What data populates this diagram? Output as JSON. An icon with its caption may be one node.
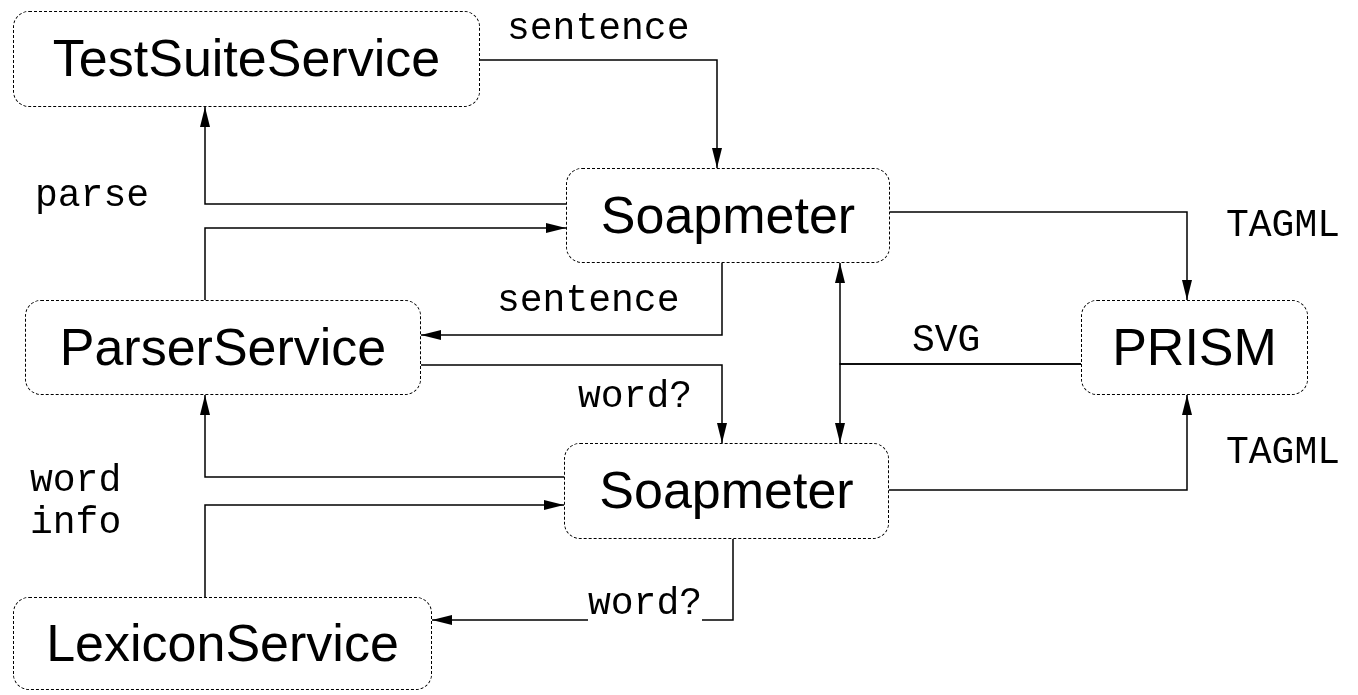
{
  "diagram": {
    "nodes": [
      {
        "text": [
          "TestSuiteService"
        ]
      },
      {
        "text": [
          "Soapmeter"
        ]
      },
      {
        "text": [
          "ParserService"
        ]
      },
      {
        "text": [
          "PRISM"
        ]
      },
      {
        "text": [
          "Soapmeter"
        ]
      },
      {
        "text": [
          "LexiconService"
        ]
      }
    ],
    "edges": [
      {
        "from": 0,
        "to": 1,
        "arrow": "to",
        "label": "sentence"
      },
      {
        "from": 1,
        "to": 0,
        "arrow": "to"
      },
      {
        "from": 2,
        "to": 1,
        "arrow": "to"
      },
      {
        "from": 1,
        "to": 2,
        "arrow": "to",
        "label": "sentence"
      },
      {
        "from": 2,
        "to": 4,
        "arrow": "to",
        "label": "word?"
      },
      {
        "from": 3,
        "to": 1,
        "arrow": "to",
        "label": "SVG"
      },
      {
        "from": 3,
        "to": 4,
        "arrow": "to"
      },
      {
        "from": 1,
        "to": 3,
        "arrow": "to",
        "label": "TAGML"
      },
      {
        "from": 4,
        "to": 3,
        "arrow": "to",
        "label": "TAGML"
      },
      {
        "from": 4,
        "to": 2,
        "arrow": "to"
      },
      {
        "from": 5,
        "to": 4,
        "arrow": "to"
      },
      {
        "from": 4,
        "to": 5,
        "arrow": "to",
        "label": "word?"
      }
    ],
    "labels": [
      "parse",
      "word info"
    ]
  }
}
